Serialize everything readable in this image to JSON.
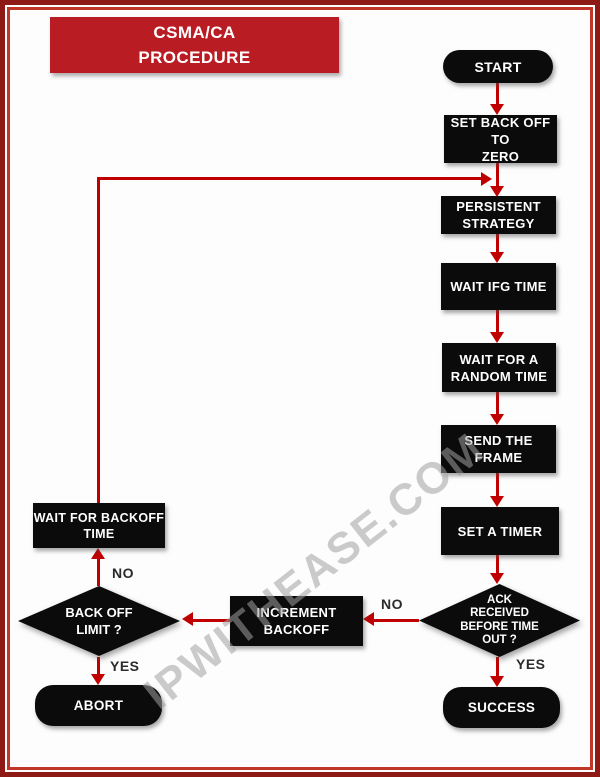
{
  "title": {
    "line1": "CSMA/CA",
    "line2": "PROCEDURE"
  },
  "watermark": "IPWITHEASE.COM",
  "colors": {
    "banner_red": "#ba1c23",
    "arrow_red": "#c00000",
    "node_black": "#0b0b0b",
    "frame_outer_red": "#8d1a15",
    "frame_inner_red": "#c0372a",
    "node_text": "#ffffff",
    "edge_label_text": "#2b2b2b",
    "watermark_gray": "#a0a0a0"
  },
  "nodes": {
    "start": {
      "type": "terminator",
      "label": "START"
    },
    "set_backoff_zero": {
      "type": "process",
      "label": "SET BACK OFF TO\nZERO"
    },
    "persistent_strategy": {
      "type": "process",
      "label": "PERSISTENT\nSTRATEGY"
    },
    "wait_ifg": {
      "type": "process",
      "label": "WAIT IFG TIME"
    },
    "wait_random": {
      "type": "process",
      "label": "WAIT FOR A\nRANDOM TIME"
    },
    "send_frame": {
      "type": "process",
      "label": "SEND THE FRAME"
    },
    "set_timer": {
      "type": "process",
      "label": "SET A TIMER"
    },
    "ack_received": {
      "type": "decision",
      "label": "ACK\nRECEIVED\nBEFORE TIME\nOUT ?"
    },
    "success": {
      "type": "terminator",
      "label": "SUCCESS"
    },
    "increment_backoff": {
      "type": "process",
      "label": "INCREMENT BACKOFF"
    },
    "backoff_limit": {
      "type": "decision",
      "label": "BACK OFF\nLIMIT ?"
    },
    "wait_backoff": {
      "type": "process",
      "label": "WAIT FOR BACKOFF\nTIME"
    },
    "abort": {
      "type": "terminator",
      "label": "ABORT"
    }
  },
  "edge_labels": {
    "ack_no": "NO",
    "ack_yes": "YES",
    "limit_no": "NO",
    "limit_yes": "YES"
  }
}
